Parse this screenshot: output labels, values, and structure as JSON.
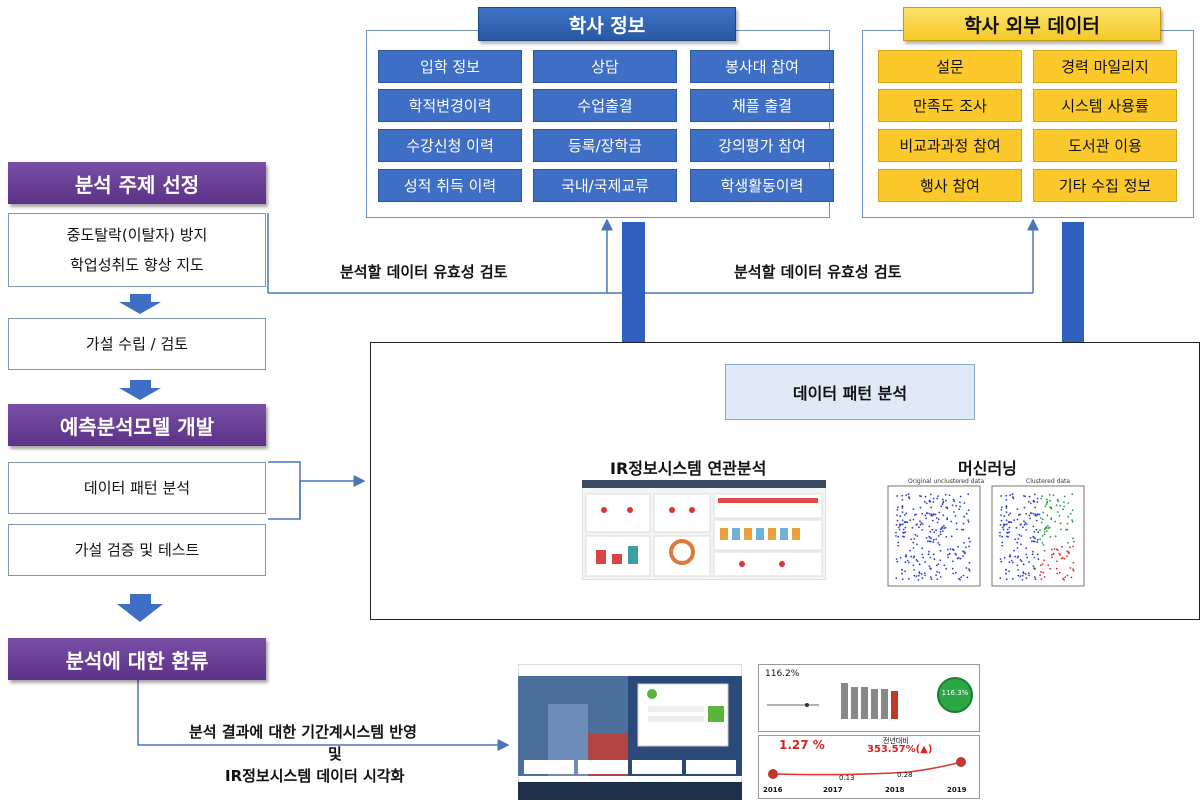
{
  "steps": {
    "topic_header": "분석 주제 선정",
    "topic_items": [
      "중도탈락(이탈자) 방지",
      "학업성취도 향상 지도"
    ],
    "hypothesis": "가설 수립 / 검토",
    "model_header": "예측분석모델 개발",
    "pattern": "데이터 패턴 분석",
    "verify": "가설 검증 및 테스트",
    "feedback_header": "분석에 대한 환류"
  },
  "academic": {
    "title": "학사 정보",
    "cells": [
      "입학 정보",
      "상담",
      "봉사대 참여",
      "학적변경이력",
      "수업출결",
      "채플 출결",
      "수강신청 이력",
      "등록/장학금",
      "강의평가 참여",
      "성적 취득 이력",
      "국내/국제교류",
      "학생활동이력"
    ]
  },
  "external": {
    "title": "학사 외부 데이터",
    "cells": [
      "설문",
      "경력 마일리지",
      "만족도 조사",
      "시스템 사용률",
      "비교과과정 참여",
      "도서관 이용",
      "행사 참여",
      "기타 수집 정보"
    ]
  },
  "validity_left": "분석할 데이터 유효성 검토",
  "validity_right": "분석할 데이터 유효성 검토",
  "analysis": {
    "center": "데이터 패턴 분석",
    "ir_label": "IR정보시스템 연관분석",
    "ml_label": "머신러닝",
    "plot1_title": "Original unclustered data",
    "plot2_title": "Clustered data"
  },
  "feedback_text": {
    "line1": "분석 결과에 대한 기간계시스템 반영",
    "line2": "및",
    "line3": "IR정보시스템 데이터 시각화"
  },
  "dashboard": {
    "top_value": "116.2%",
    "gauge": "116.3%",
    "pct1": "1.27 %",
    "pct2_label": "전년대비",
    "pct2": "353.57%(▲)",
    "years": [
      "2016",
      "2017",
      "2018",
      "2019"
    ],
    "points": [
      "0.13",
      "0.28"
    ]
  },
  "colors": {
    "purple": "#5b3286",
    "blue": "#3f6fc4",
    "yellow": "#fbc92b",
    "arrow_blue": "#2f5fbf"
  }
}
